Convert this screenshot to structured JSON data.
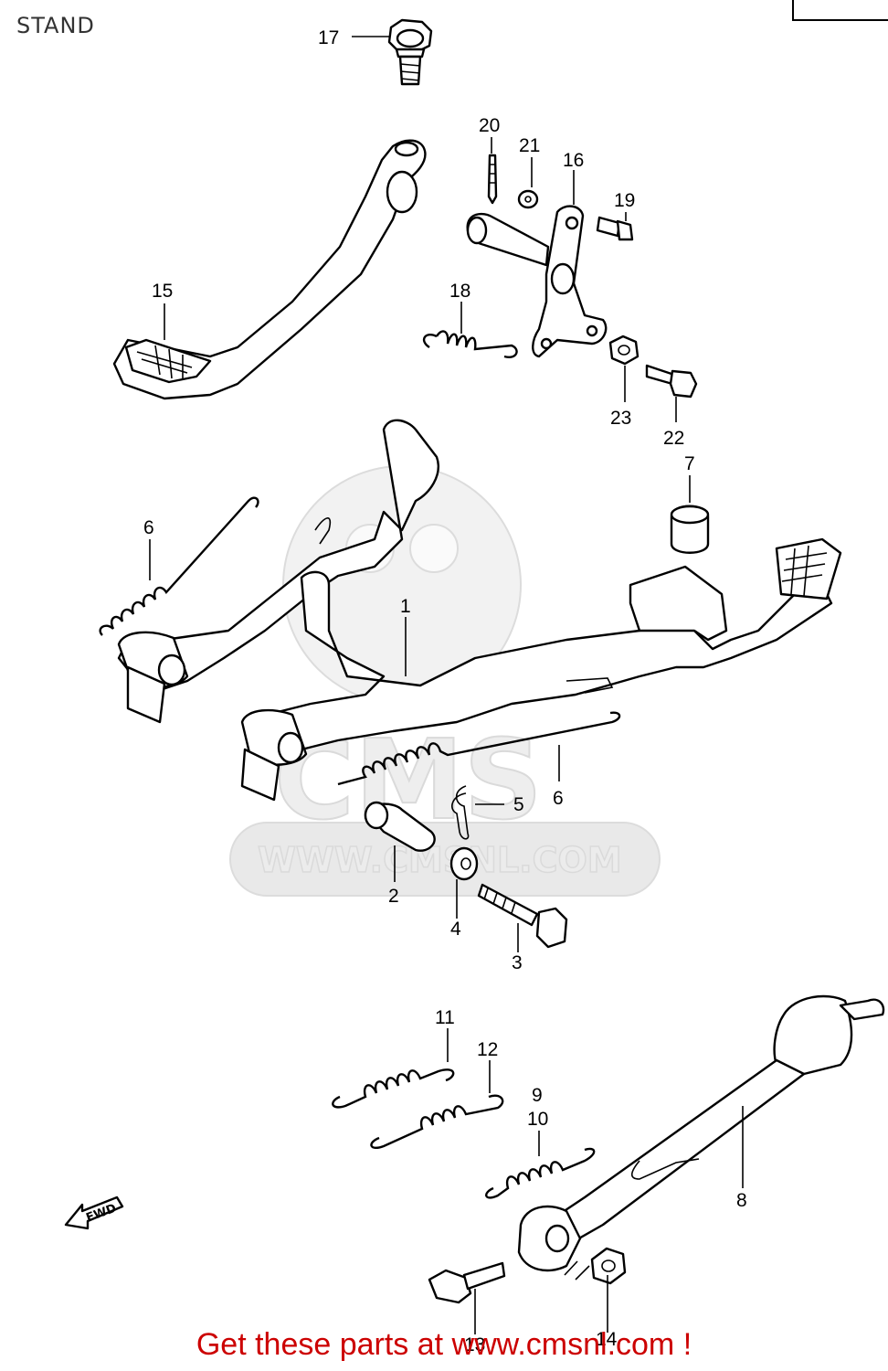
{
  "header": {
    "title": "STAND"
  },
  "watermark": {
    "logo_text": "CMS",
    "url_text": "WWW.CMSNL.COM"
  },
  "direction_arrow": {
    "label": "FWD"
  },
  "footer": {
    "link_text": "Get these parts at www.cmsnl.com !"
  },
  "parts": [
    {
      "id": "part-1",
      "number": "1"
    },
    {
      "id": "part-2",
      "number": "2"
    },
    {
      "id": "part-3",
      "number": "3"
    },
    {
      "id": "part-4",
      "number": "4"
    },
    {
      "id": "part-5",
      "number": "5"
    },
    {
      "id": "part-6a",
      "number": "6"
    },
    {
      "id": "part-6b",
      "number": "6"
    },
    {
      "id": "part-7",
      "number": "7"
    },
    {
      "id": "part-8",
      "number": "8"
    },
    {
      "id": "part-9",
      "number": "9"
    },
    {
      "id": "part-10",
      "number": "10"
    },
    {
      "id": "part-11",
      "number": "11"
    },
    {
      "id": "part-12",
      "number": "12"
    },
    {
      "id": "part-13",
      "number": "13"
    },
    {
      "id": "part-14",
      "number": "14"
    },
    {
      "id": "part-15",
      "number": "15"
    },
    {
      "id": "part-16",
      "number": "16"
    },
    {
      "id": "part-17",
      "number": "17"
    },
    {
      "id": "part-18",
      "number": "18"
    },
    {
      "id": "part-19",
      "number": "19"
    },
    {
      "id": "part-20",
      "number": "20"
    },
    {
      "id": "part-21",
      "number": "21"
    },
    {
      "id": "part-22",
      "number": "22"
    },
    {
      "id": "part-23",
      "number": "23"
    }
  ]
}
